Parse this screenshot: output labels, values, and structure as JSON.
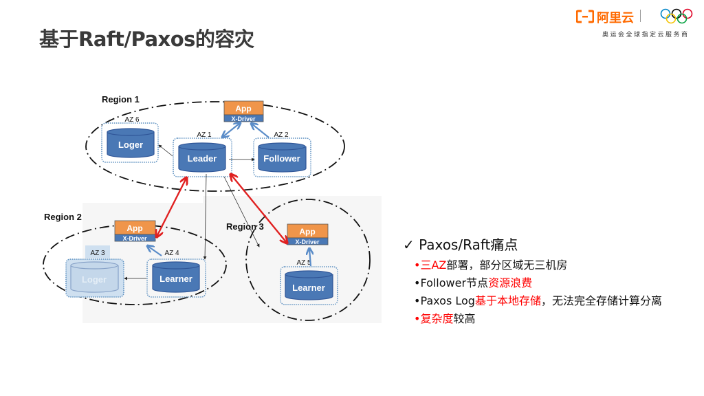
{
  "title": "基于Raft/Paxos的容灾",
  "logo": {
    "brand": "阿里云",
    "subtitle": "奥运会全球指定云服务商",
    "brand_color": "#ff6a00"
  },
  "diagram": {
    "regions": [
      "Region 1",
      "Region 2",
      "Region 3"
    ],
    "az": [
      "AZ 6",
      "AZ 1",
      "AZ 2",
      "AZ 3",
      "AZ 4",
      "AZ 5"
    ],
    "nodes": {
      "loger1": "Loger",
      "leader": "Leader",
      "follower": "Follower",
      "loger2": "Loger",
      "learner1": "Learner",
      "learner2": "Learner"
    },
    "app": "App",
    "driver": "X-Driver",
    "colors": {
      "node": "#4a78b5",
      "app": "#f0954a",
      "replication": "#e02020",
      "client": "#5a8cc8"
    }
  },
  "pain_points": {
    "heading": "Paxos/Raft痛点",
    "check_icon": "check-icon",
    "items": [
      {
        "parts": [
          {
            "t": "三AZ",
            "red": true
          },
          {
            "t": "部署，部分区域无三机房",
            "red": false
          }
        ],
        "bullet_red": true
      },
      {
        "parts": [
          {
            "t": "Follower节点",
            "red": false
          },
          {
            "t": "资源浪费",
            "red": true
          }
        ],
        "bullet_red": false
      },
      {
        "parts": [
          {
            "t": "Paxos Log",
            "red": false
          },
          {
            "t": "基于本地存储",
            "red": true
          },
          {
            "t": "，无法完全存储计算分离",
            "red": false
          }
        ],
        "bullet_red": false
      },
      {
        "parts": [
          {
            "t": "复杂度",
            "red": true
          },
          {
            "t": "较高",
            "red": false
          }
        ],
        "bullet_red": true
      }
    ]
  }
}
